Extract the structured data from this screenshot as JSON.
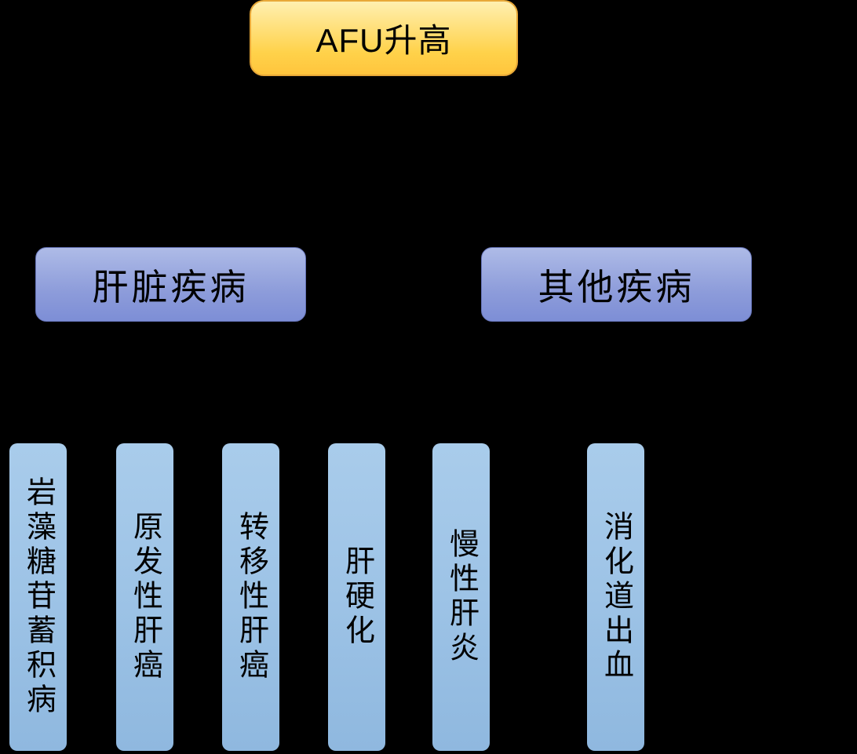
{
  "diagram": {
    "title": "AFU elevation causes diagram",
    "root": {
      "label": "AFU升高"
    },
    "branches": [
      {
        "label": "肝脏疾病"
      },
      {
        "label": "其他疾病"
      }
    ],
    "leaves": [
      {
        "label": "岩藻糖苷蓄积病",
        "parent": "肝脏疾病"
      },
      {
        "label": "原发性肝癌",
        "parent": "肝脏疾病"
      },
      {
        "label": "转移性肝癌",
        "parent": "肝脏疾病"
      },
      {
        "label": "肝硬化",
        "parent": "肝脏疾病"
      },
      {
        "label": "慢性肝炎",
        "parent": "肝脏疾病"
      },
      {
        "label": "消化道出血",
        "parent": "其他疾病"
      }
    ],
    "colors": {
      "background": "#000000",
      "root_fill_top": "#FFEFB0",
      "root_fill_bottom": "#FFC53D",
      "root_border": "#E8A838",
      "branch_fill_top": "#AEBBE7",
      "branch_fill_bottom": "#7D8ED6",
      "leaf_fill": "#9DC3E6",
      "text": "#000000"
    }
  }
}
